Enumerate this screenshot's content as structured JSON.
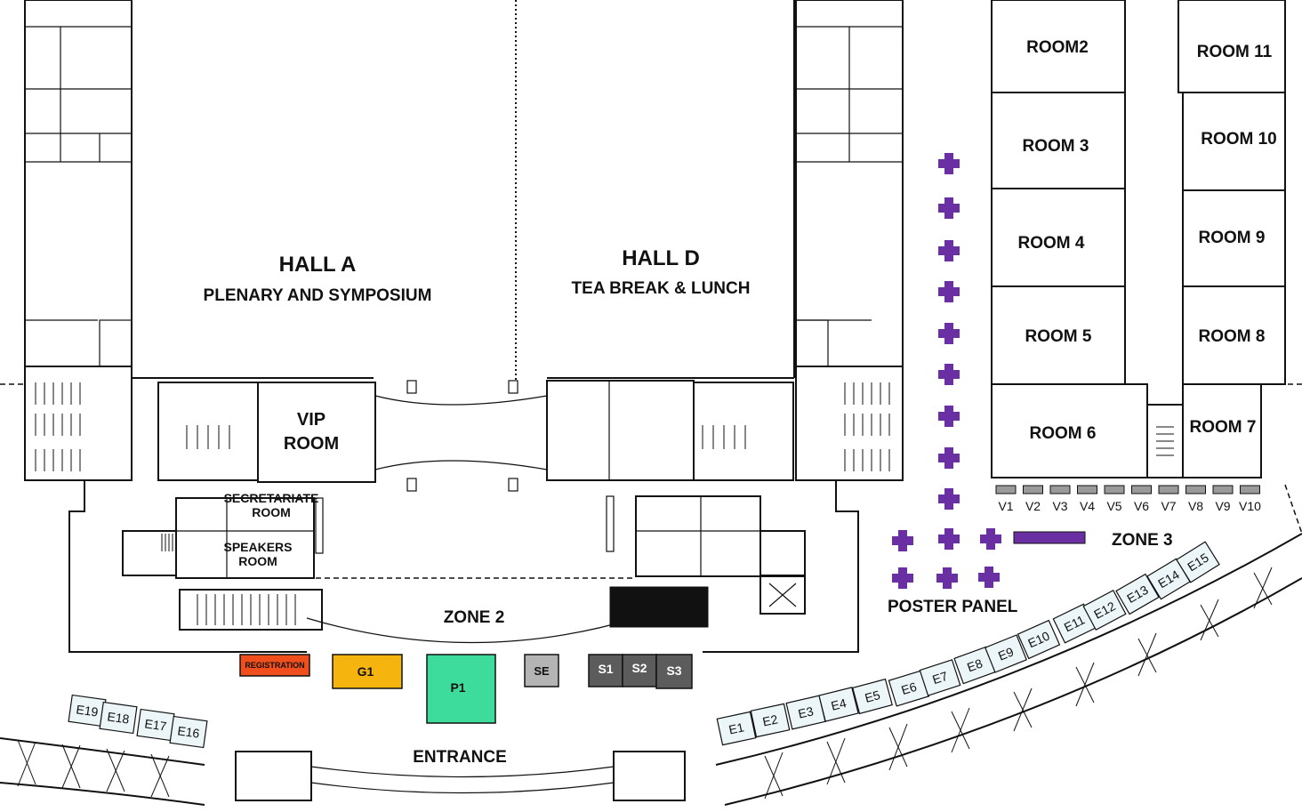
{
  "halls": {
    "hall_a": {
      "title": "HALL A",
      "subtitle": "PLENARY AND SYMPOSIUM"
    },
    "hall_d": {
      "title": "HALL D",
      "subtitle": "TEA BREAK & LUNCH"
    }
  },
  "rooms": {
    "room2": "ROOM2",
    "room3": "ROOM 3",
    "room4": "ROOM 4",
    "room5": "ROOM 5",
    "room6": "ROOM 6",
    "room7": "ROOM 7",
    "room8": "ROOM 8",
    "room9": "ROOM 9",
    "room10": "ROOM 10",
    "room11": "ROOM 11",
    "vip_line1": "VIP",
    "vip_line2": "ROOM",
    "secretariat_line1": "SECRETARIATE",
    "secretariat_line2": "ROOM",
    "speakers_line1": "SPEAKERS",
    "speakers_line2": "ROOM"
  },
  "zones": {
    "zone2": "ZONE 2",
    "zone3": "ZONE 3",
    "poster_panel": "POSTER PANEL",
    "entrance": "ENTRANCE"
  },
  "booths": {
    "registration": {
      "label": "REGISTRATION",
      "color": "#f04e1c"
    },
    "g1": {
      "label": "G1",
      "color": "#f6b40e"
    },
    "p1": {
      "label": "P1",
      "color": "#3ddc9d"
    },
    "se": {
      "label": "SE",
      "color": "#b4b4b4"
    },
    "s1": {
      "label": "S1",
      "color": "#5c5c5c"
    },
    "s2": {
      "label": "S2",
      "color": "#5c5c5c"
    },
    "s3": {
      "label": "S3",
      "color": "#5c5c5c"
    }
  },
  "v_booths": [
    "V1",
    "V2",
    "V3",
    "V4",
    "V5",
    "V6",
    "V7",
    "V8",
    "V9",
    "V10"
  ],
  "exhibits_right": [
    "E1",
    "E2",
    "E3",
    "E4",
    "E5",
    "E6",
    "E7",
    "E8",
    "E9",
    "E10",
    "E11",
    "E12",
    "E13",
    "E14",
    "E15"
  ],
  "exhibits_left": [
    "E19",
    "E18",
    "E17",
    "E16"
  ],
  "colors": {
    "poster": "#6a2fa3",
    "exhibit": "#ecf6f9"
  }
}
